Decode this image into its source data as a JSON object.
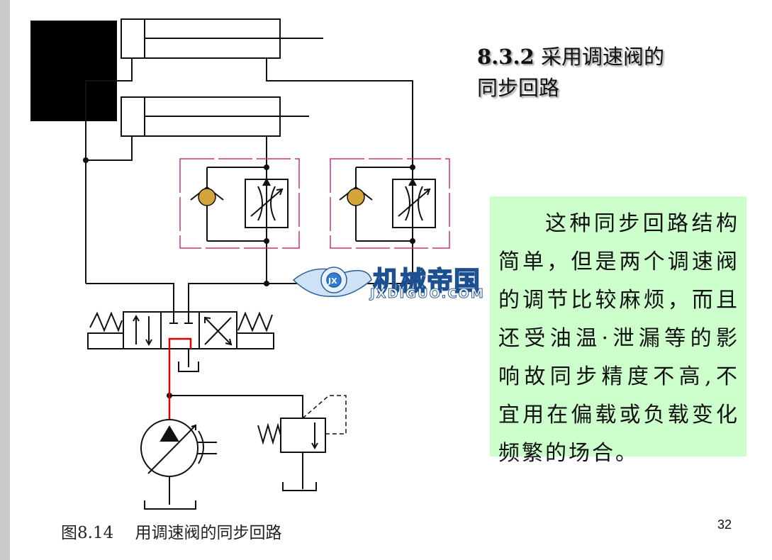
{
  "slide": {
    "title_number": "8.3.2",
    "title_line1": "采用调速阀的",
    "title_line2": "同步回路",
    "note": "这种同步回路结构简单，但是两个调速阀的调节比较麻烦，而且还受油温·泄漏等的影响故同步精度不高,不宜用在偏载或负载变化频繁的场合。",
    "caption": "图8.14　 用调速阀的同步回路",
    "page_number": "32"
  },
  "watermark": {
    "name": "机械帝国",
    "domain": "JXDIGUO.COM",
    "badge": "JX"
  },
  "colors": {
    "note_background": "#ccffcc",
    "valve_box": "#cc3377",
    "pressure_line": "#dd0000",
    "check_ball": "#d4a53a",
    "logo_blue": "#2f7fd6"
  }
}
